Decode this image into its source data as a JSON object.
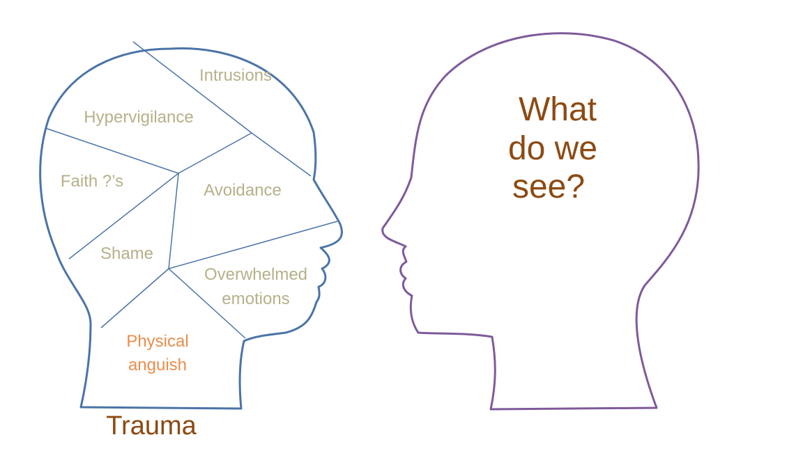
{
  "colors": {
    "left_outline": "#4a74a8",
    "right_outline": "#7e5a9b",
    "segment_label": "#b6b08a",
    "highlight_label": "#ec8c4a",
    "title": "#8c4a12"
  },
  "left_head": {
    "title": "Trauma",
    "segments": [
      {
        "id": "intrusions",
        "lines": [
          "Intrusions"
        ]
      },
      {
        "id": "hypervigilance",
        "lines": [
          "Hypervigilance"
        ]
      },
      {
        "id": "faith",
        "lines": [
          "Faith ?’s"
        ]
      },
      {
        "id": "avoidance",
        "lines": [
          "Avoidance"
        ]
      },
      {
        "id": "shame",
        "lines": [
          "Shame"
        ]
      },
      {
        "id": "overwhelmed",
        "lines": [
          "Overwhelmed",
          "emotions"
        ]
      },
      {
        "id": "physical",
        "lines": [
          "Physical",
          "anguish"
        ],
        "highlight": true
      }
    ]
  },
  "right_head": {
    "question_lines": [
      "What",
      "do we",
      "see?"
    ]
  }
}
